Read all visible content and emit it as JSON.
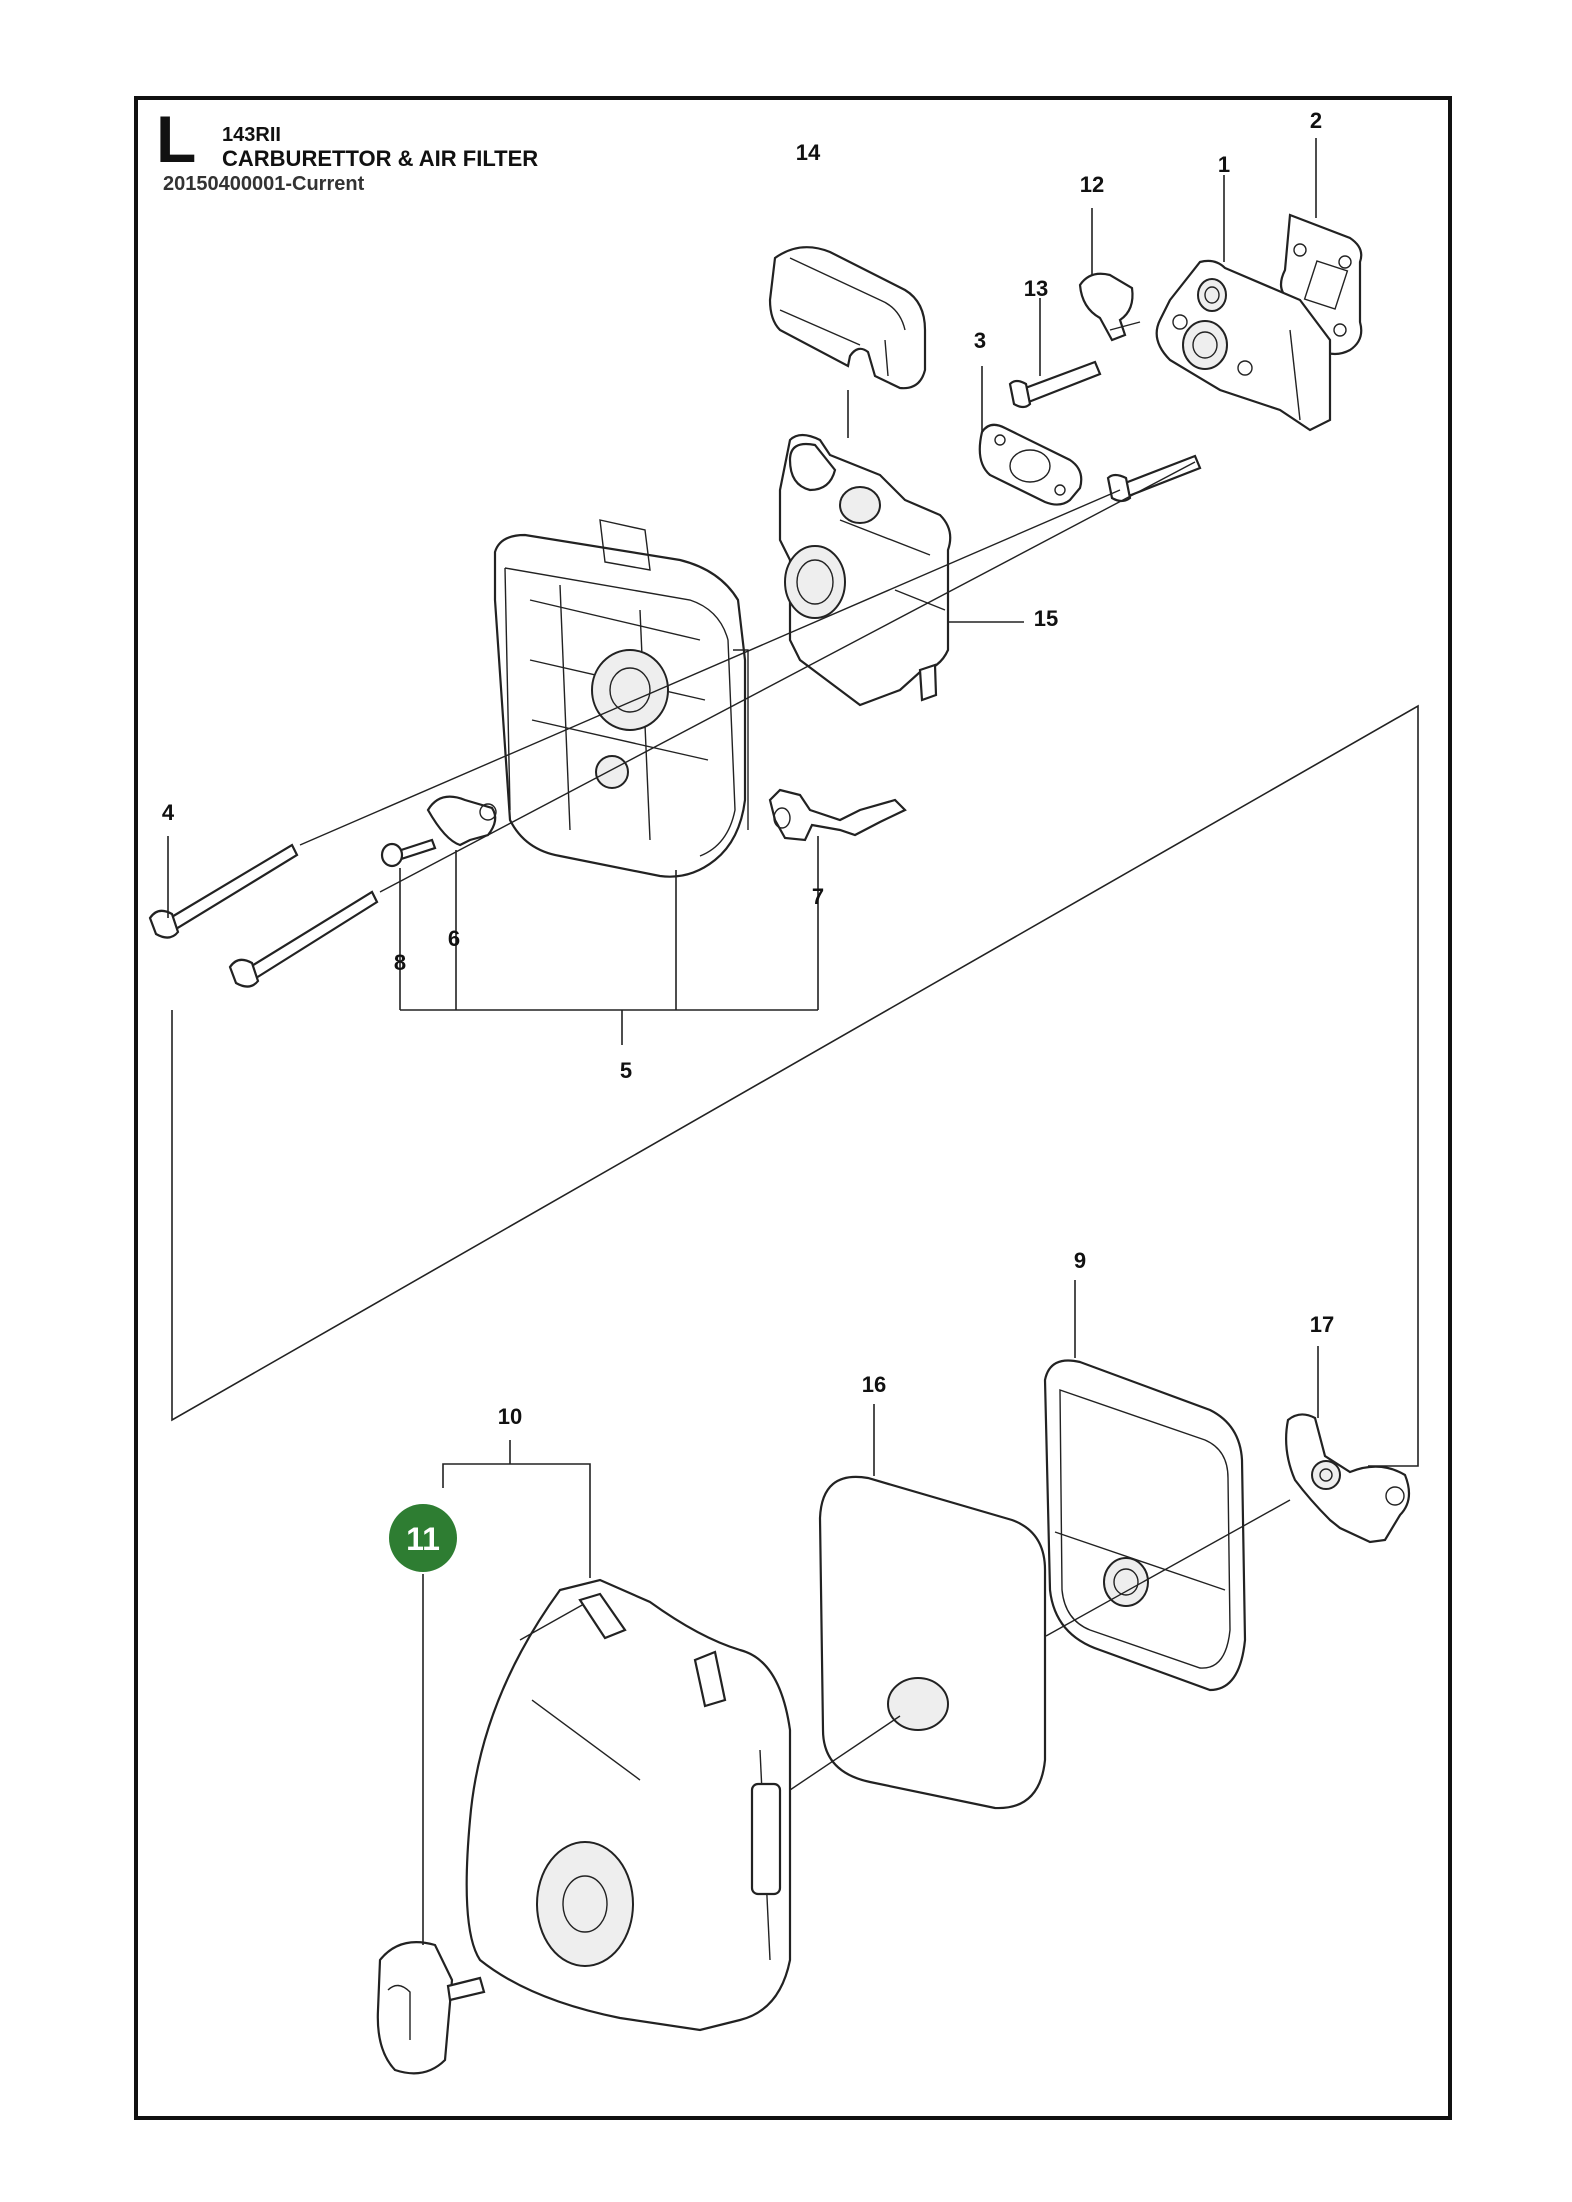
{
  "header": {
    "section_letter": "L",
    "model": "143RII",
    "title": "CARBURETTOR & AIR FILTER",
    "doc_id": "20150400001-Current"
  },
  "callouts": {
    "c1": "1",
    "c2": "2",
    "c3": "3",
    "c4": "4",
    "c5": "5",
    "c6": "6",
    "c7": "7",
    "c8": "8",
    "c9": "9",
    "c10": "10",
    "c11": "11",
    "c12": "12",
    "c13": "13",
    "c14": "14",
    "c15": "15",
    "c16": "16",
    "c17": "17"
  },
  "highlight_color": "#2e7d32"
}
